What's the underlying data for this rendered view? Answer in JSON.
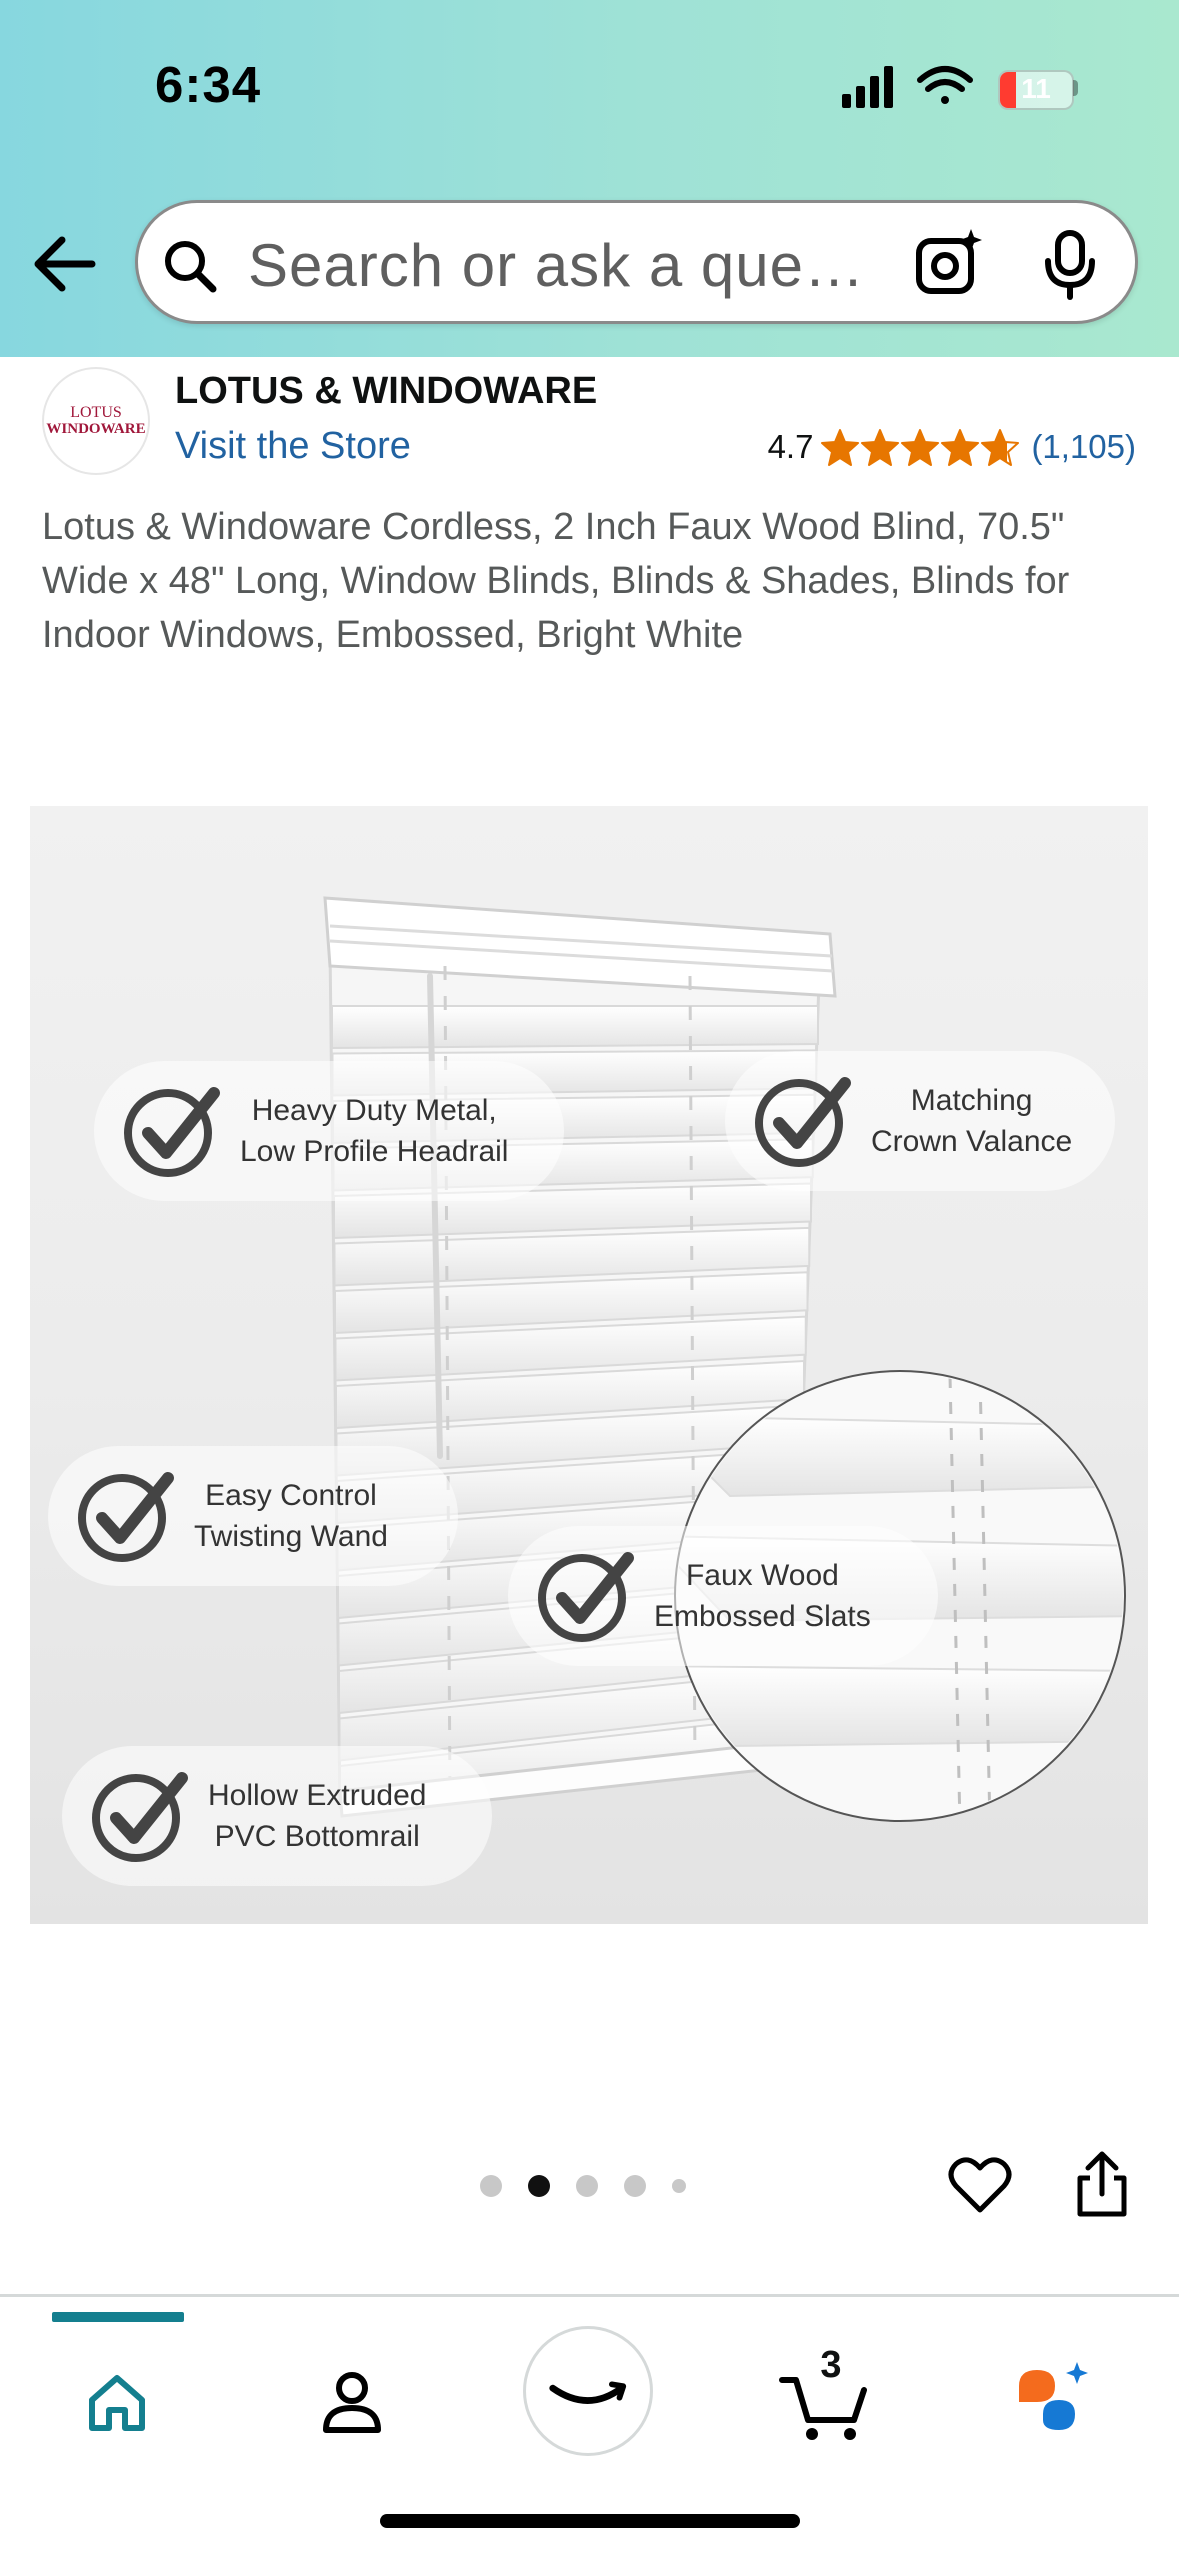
{
  "status_bar": {
    "time": "6:34",
    "battery_level": "11",
    "icons": [
      "cellular-signal-icon",
      "wifi-icon",
      "battery-charging-icon"
    ]
  },
  "search": {
    "placeholder": "Search or ask a que…",
    "icons": [
      "back-arrow-icon",
      "search-icon",
      "camera-lens-icon",
      "microphone-icon"
    ]
  },
  "brand": {
    "logo_line1": "LOTUS",
    "logo_line2": "WINDOWARE",
    "name": "LOTUS & WINDOWARE",
    "visit_store": "Visit the Store",
    "rating": "4.7",
    "stars": 4.7,
    "review_count": "(1,105)",
    "star_color": "#e77600"
  },
  "product": {
    "title": "Lotus & Windoware Cordless, 2 Inch Faux Wood Blind, 70.5\" Wide x 48\" Long, Window Blinds, Blinds & Shades, Blinds for Indoor Windows, Embossed, Bright White"
  },
  "image": {
    "callouts": [
      {
        "line1": "Heavy Duty Metal,",
        "line2": "Low Profile Headrail"
      },
      {
        "line1": "Matching",
        "line2": "Crown Valance"
      },
      {
        "line1": "Easy Control",
        "line2": "Twisting Wand"
      },
      {
        "line1": "Faux Wood",
        "line2": "Embossed Slats"
      },
      {
        "line1": "Hollow Extruded",
        "line2": "PVC Bottomrail"
      }
    ]
  },
  "carousel": {
    "total": 5,
    "active_index": 1
  },
  "actions": {
    "icons": [
      "heart-icon",
      "share-icon"
    ]
  },
  "tab_bar": {
    "active": "home",
    "cart_count": "3",
    "accent_color": "#147f8f",
    "tabs": [
      "home-icon",
      "account-icon",
      "amazon-smile-icon",
      "cart-icon",
      "rufus-icon"
    ]
  }
}
